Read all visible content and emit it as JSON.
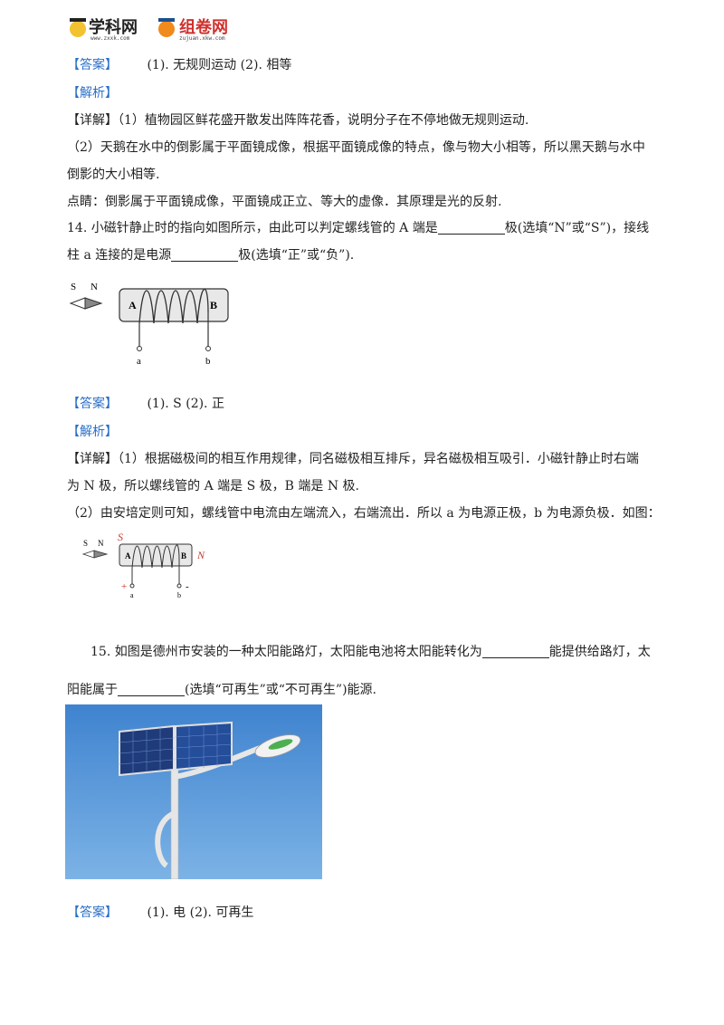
{
  "header": {
    "logo1_text": "学科网",
    "logo1_url": "www.zxxk.com",
    "logo2_text": "组卷网",
    "logo2_url": "zujuan.xkw.com"
  },
  "q13": {
    "answer_tag": "【答案】",
    "answer_text": "(1). 无规则运动      (2). 相等",
    "analysis_tag": "【解析】",
    "detail_tag": "【详解】",
    "detail_1": "（1）植物园区鲜花盛开散发出阵阵花香，说明分子在不停地做无规则运动.",
    "detail_2a": "（2）天鹅在水中的倒影属于平面镜成像，根据平面镜成像的特点，像与物大小相等，所以黑天鹅与水中",
    "detail_2b": "倒影的大小相等.",
    "tip": "点睛：倒影属于平面镜成像，平面镜成正立、等大的虚像．其原理是光的反射."
  },
  "q14": {
    "stem_a": "14. 小磁针静止时的指向如图所示，由此可以判定螺线管的 A 端是",
    "stem_b": "极(选填“N”或“S”)，接线",
    "stem_c": "柱 a 连接的是电源",
    "stem_d": "极(选填“正”或“负”).",
    "figure": {
      "s": "S",
      "n": "N",
      "a_end": "A",
      "b_end": "B",
      "term_a": "a",
      "term_b": "b"
    },
    "answer_tag": "【答案】",
    "answer_text": "(1). S    (2). 正",
    "analysis_tag": "【解析】",
    "detail_tag": "【详解】",
    "detail_1a": "（1）根据磁极间的相互作用规律，同名磁极相互排斥，异名磁极相互吸引．小磁针静止时右端",
    "detail_1b": "为 N 极，所以螺线管的 A 端是 S 极，B 端是 N 极.",
    "detail_2": "（2）由安培定则可知，螺线管中电流由左端流入，右端流出．所以 a 为电源正极，b 为电源负极．如图：",
    "figure2": {
      "s": "S",
      "n": "N",
      "left_pole": "S",
      "right_pole": "N",
      "a_end": "A",
      "b_end": "B",
      "term_a": "a",
      "term_b": "b",
      "plus": "+",
      "minus": "-"
    }
  },
  "q15": {
    "stem_a": "15. 如图是德州市安装的一种太阳能路灯，太阳能电池将太阳能转化为",
    "stem_b": "能提供给路灯，太",
    "stem_c": "阳能属于",
    "stem_d": "(选填“可再生”或“不可再生”)能源.",
    "answer_tag": "【答案】",
    "answer_text": "(1). 电      (2). 可再生"
  },
  "colors": {
    "tag": "#2a6fc9",
    "pole_red": "#c0392b",
    "sky": "#4f8fd0"
  }
}
